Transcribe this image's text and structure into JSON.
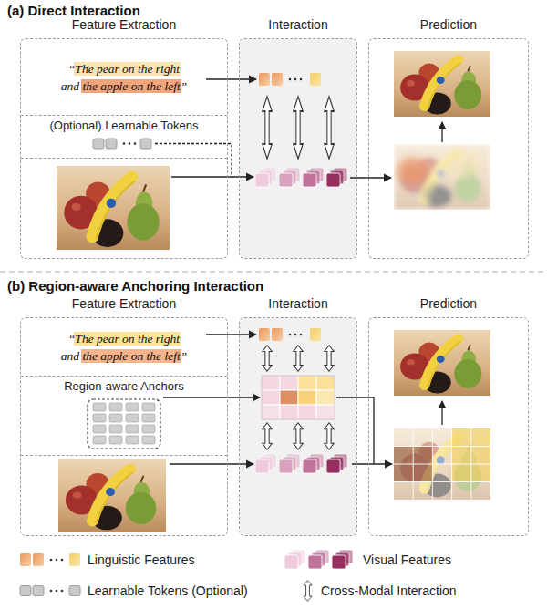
{
  "diagram": {
    "nodes": [
      {
        "text": [
          "Feature Extraction"
        ]
      },
      {
        "text": [
          "“The pear on the right and the apple on the left”"
        ],
        "in": 0
      },
      {
        "text": [
          "(Optional) Learnable Tokens"
        ],
        "in": 0
      },
      {
        "text": [
          "Interaction"
        ]
      },
      {
        "text": [
          "Prediction"
        ]
      },
      {
        "text": [
          "Feature Extraction"
        ]
      },
      {
        "text": [
          "“The pear on the right and the apple on the left”"
        ],
        "in": 5
      },
      {
        "text": [
          "Region-aware Anchors"
        ],
        "in": 5
      },
      {
        "text": [
          "Interaction"
        ]
      },
      {
        "text": [
          "Prediction"
        ]
      }
    ],
    "labels": [
      "(a) Direct Interaction",
      "(b) Region-aware Anchoring Interaction"
    ],
    "legend": [
      {
        "text": "Linguistic Features"
      },
      {
        "text": "Visual Features"
      },
      {
        "text": "Learnable Tokens (Optional)"
      },
      {
        "text": "Cross-Modal Interaction"
      }
    ]
  }
}
